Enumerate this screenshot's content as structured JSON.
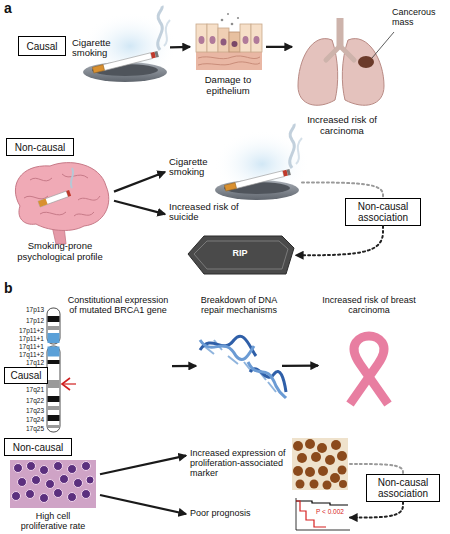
{
  "diagram": {
    "nodes": [
      {
        "text": [
          "Causal"
        ]
      },
      {
        "text": [
          "Cigarette smoking"
        ]
      },
      {
        "text": [
          "Damage to epithelium"
        ]
      },
      {
        "text": [
          "Increased risk of carcinoma"
        ]
      },
      {
        "text": [
          "Non-causal"
        ]
      },
      {
        "text": [
          "Smoking-prone psychological profile"
        ]
      },
      {
        "text": [
          "Cigarette smoking"
        ]
      },
      {
        "text": [
          "Increased risk of suicide"
        ]
      },
      {
        "text": [
          "Non-causal association"
        ]
      },
      {
        "text": [
          "Causal"
        ]
      },
      {
        "text": [
          "Constitutional expression of mutated BRCA1 gene"
        ]
      },
      {
        "text": [
          "Breakdown of DNA repair mechanisms"
        ]
      },
      {
        "text": [
          "Increased risk of breast carcinoma"
        ]
      },
      {
        "text": [
          "Non-causal"
        ]
      },
      {
        "text": [
          "High cell proliferative rate"
        ]
      },
      {
        "text": [
          "Increased expression of proliferation-associated marker"
        ]
      },
      {
        "text": [
          "Poor prognosis"
        ]
      },
      {
        "text": [
          "Non-causal association"
        ]
      }
    ],
    "edges": [
      {
        "from": 1,
        "to": 2,
        "arrow": "to"
      },
      {
        "from": 2,
        "to": 3,
        "arrow": "to"
      },
      {
        "from": 5,
        "to": 6,
        "arrow": "to"
      },
      {
        "from": 5,
        "to": 7,
        "arrow": "to"
      },
      {
        "from": 6,
        "to": 8,
        "arrow": "none"
      },
      {
        "from": 8,
        "to": 7,
        "arrow": "to"
      },
      {
        "from": 10,
        "to": 11,
        "arrow": "to"
      },
      {
        "from": 11,
        "to": 12,
        "arrow": "to"
      },
      {
        "from": 14,
        "to": 15,
        "arrow": "to"
      },
      {
        "from": 14,
        "to": 16,
        "arrow": "to"
      },
      {
        "from": 15,
        "to": 17,
        "arrow": "none"
      },
      {
        "from": 17,
        "to": 16,
        "arrow": "to"
      }
    ],
    "labels": [
      "a",
      "Cancerous mass",
      "RIP",
      "b",
      "17p13",
      "17p12",
      "17p11+2",
      "17p11+1",
      "17q11+1",
      "17q11+2",
      "17q12",
      "17q21",
      "17q22",
      "17q23",
      "17q24",
      "17q25",
      "P < 0.002"
    ]
  }
}
